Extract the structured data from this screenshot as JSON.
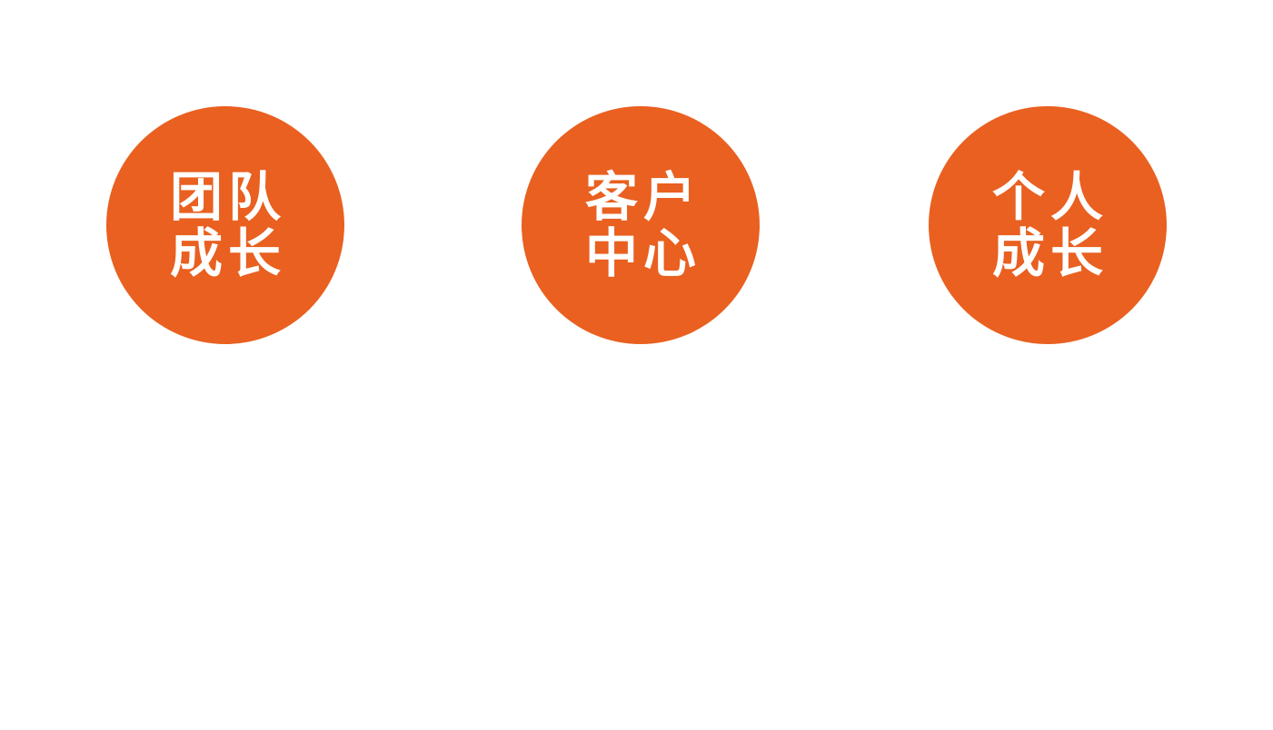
{
  "accent_color": "#E96020",
  "text_color": "#FFFFFF",
  "circles": [
    {
      "line1": "团队",
      "line2": "成长"
    },
    {
      "line1": "客户",
      "line2": "中心"
    },
    {
      "line1": "个人",
      "line2": "成长"
    }
  ]
}
